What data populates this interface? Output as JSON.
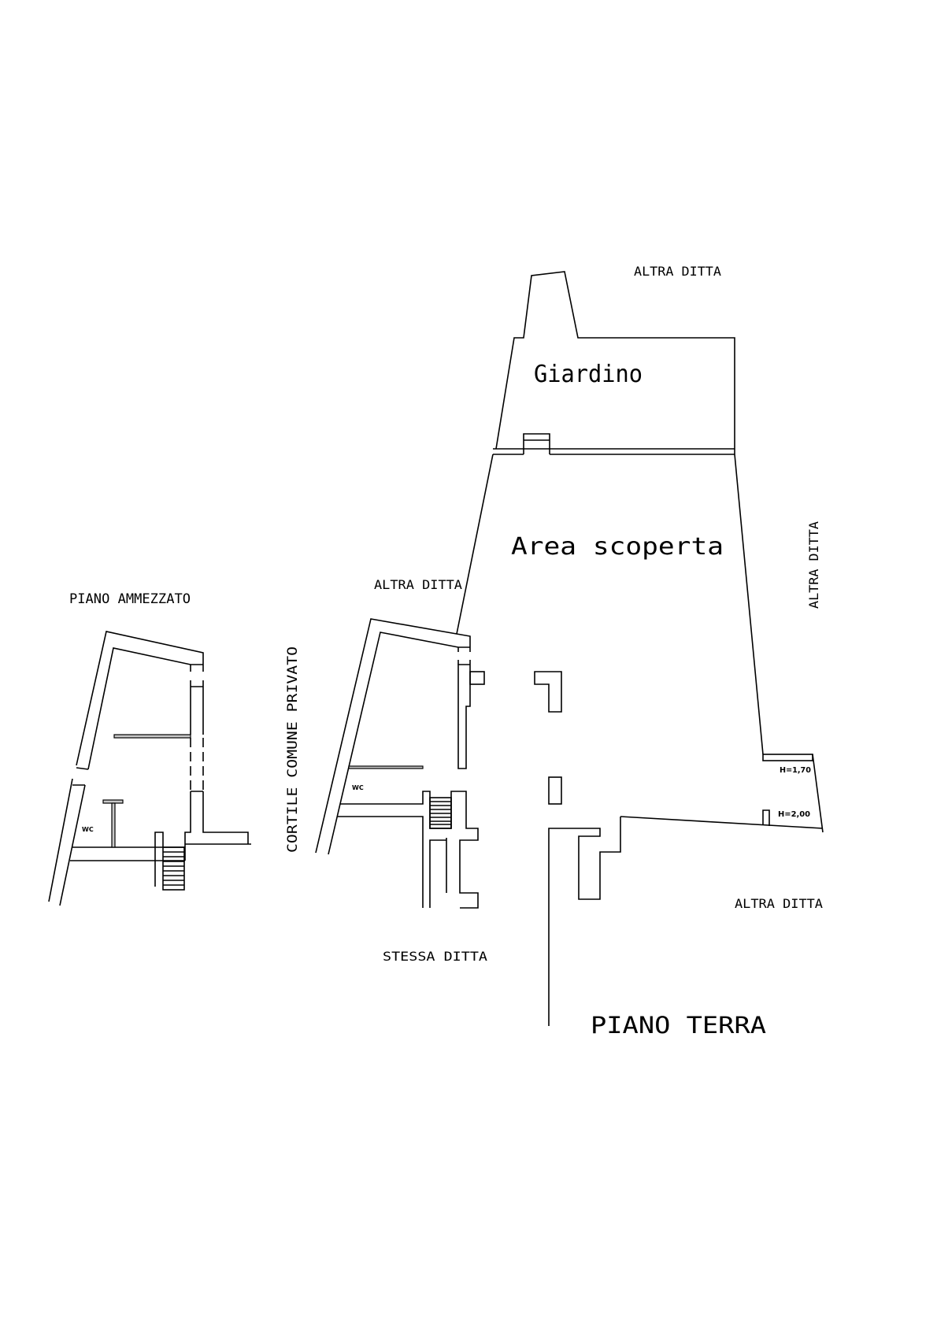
{
  "labels": {
    "piano_ammezzato": "PIANO AMMEZZATO",
    "cortile": "CORTILE COMUNE PRIVATO",
    "altra_ditta_top": "ALTRA DITTA",
    "altra_ditta_left": "ALTRA DITTA",
    "altra_ditta_right": "ALTRA DITTA",
    "altra_ditta_bottom": "ALTRA DITTA",
    "stessa_ditta": "STESSA DITTA",
    "giardino": "Giardino",
    "area_scoperta": "Area scoperta",
    "piano_terra": "PIANO TERRA",
    "wc_mezzanine": "WC",
    "wc_ground": "WC",
    "h170": "H=1,70",
    "h200": "H=2,00"
  },
  "colors": {
    "line": "#000000",
    "background": "#ffffff",
    "partition_fill": "#c8c8c8"
  }
}
